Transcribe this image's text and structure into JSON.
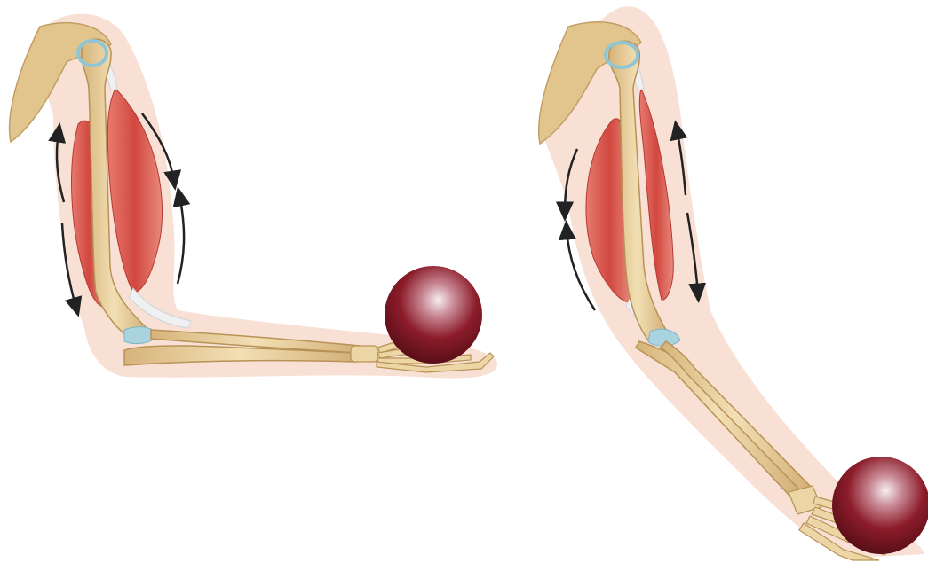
{
  "figure": {
    "panels": [
      {
        "id": "flexed-arm",
        "state": "flexion",
        "biceps": "contracted",
        "triceps": "relaxed"
      },
      {
        "id": "extended-arm",
        "state": "extension",
        "biceps": "relaxed",
        "triceps": "contracted"
      }
    ],
    "colors": {
      "background": "#ffffff",
      "skin": "#f7d9cc",
      "bone": "#e8cf9a",
      "bone_shade": "#c9a66b",
      "muscle": "#d9534a",
      "muscle_light": "#f08a7c",
      "tendon": "#eef0f2",
      "cartilage": "#8fc6d6",
      "ball": "#8c1c2a",
      "ball_highlight": "#f3e6ea",
      "arrow": "#222222"
    }
  }
}
